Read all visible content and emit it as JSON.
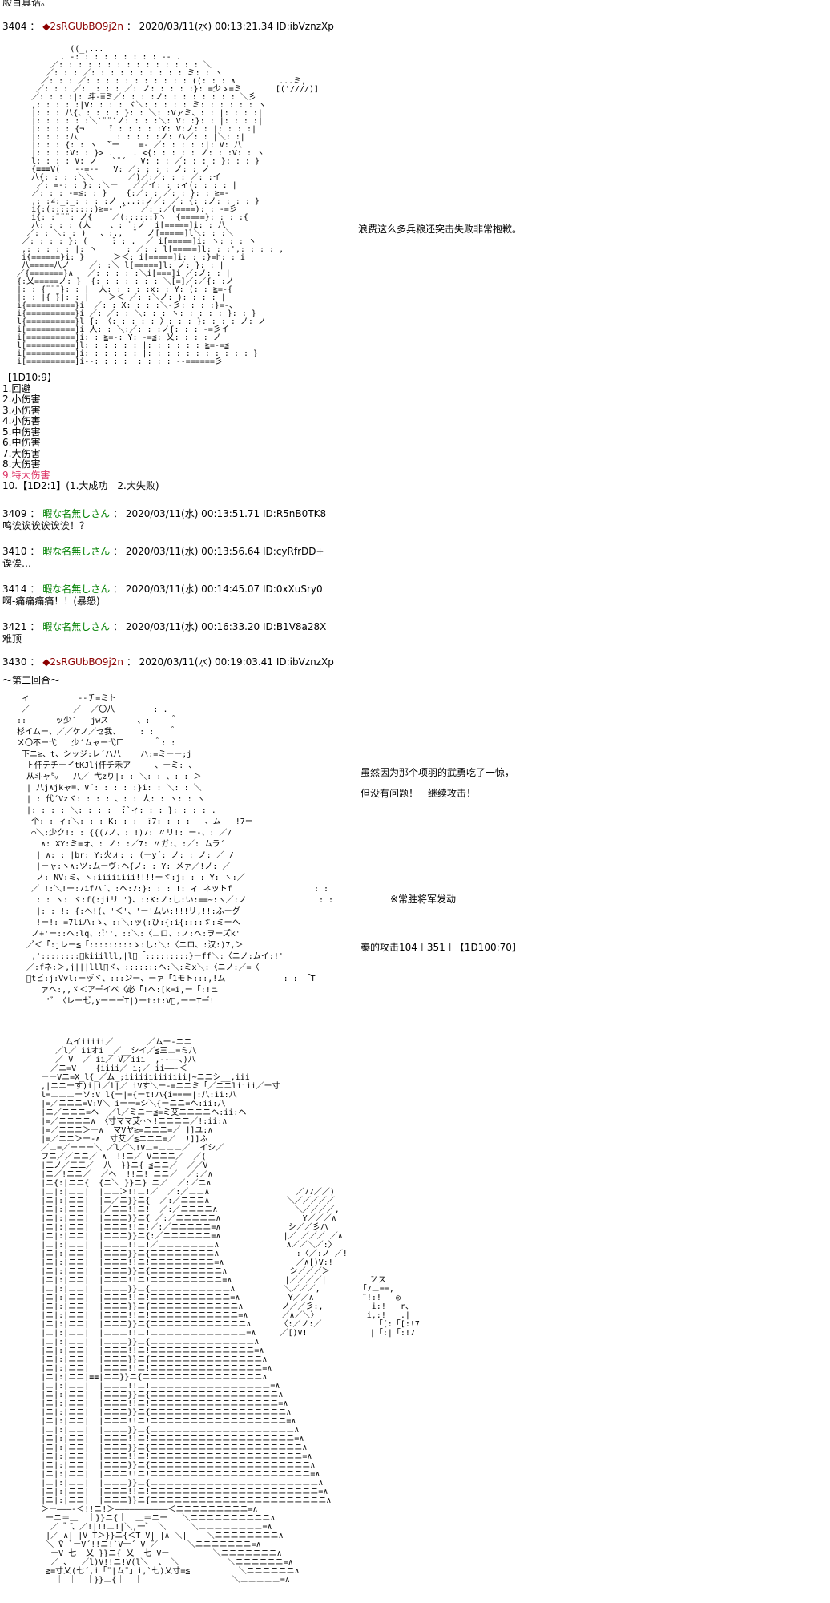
{
  "page": {
    "top_fragment": "般百真诰。"
  },
  "ui": {
    "sep": " ： ",
    "anon_name_color": "#008000",
    "trip_name_color": "#8b0000",
    "dice_highlight_color": "#dd3366",
    "background_color": "#ffffff"
  },
  "posts": {
    "p3404": {
      "number": "3404",
      "name": "◆2sRGUbBO9j2n",
      "date": "2020/03/11(水) 00:13:21.34",
      "id": "ID:ibVznzXp",
      "side_text": "浪费这么多兵粮还突击失败非常抱歉。",
      "dice_header": "【1D10:9】",
      "dice_options": [
        "1.回避",
        "2.小伤害",
        "3.小伤害",
        "4.小伤害",
        "5.中伤害",
        "6.中伤害",
        "7.大伤害",
        "8.大伤害",
        "9.特大伤害",
        "10.【1D2:1】(1.大成功　2.大失败)"
      ],
      "aa": [
        "            ((_,...",
        "          . -: : : : : : : : : ‐- .",
        "        ／: : : : : : : : : : : : : : : ＼",
        "       ／: : : ／: : : : : : : : : : ミ: : ヽ",
        "      ／: : : ／: : : : : : :|: : : : ((: : : ∧         ...ミ,",
        "     ／: : : ／: _:_: : ／: ノ: : : : :}: =少ゝ=ミ       [('////)]",
        "    ／: : : :|: 斗‐=ミ／: : : :ノ: : : : : : : : ＼彡",
        "    ,: : : : :|V: : : : ヾ＼: : : : : ミ: : : : : : ヽ",
        "    |: : : 八{、: : : : }: : ＼: :Vァミ、: : |: : : :|",
        "    |: : : : : :＼`¨¨´ノ: : : :＼: V: :}: : |: : : :|",
        "    |: : : : {¬     ̄: : : : : :Y: V:ノ: : |: : : :|",
        "    |: : : :八      _ : : : : :ノ: ハ／: : |＼: :|",
        "    |: : : {: : ヽ  `ー    =‐ ／: : : : :|: V: 八",
        "    |: : : :V: : }> .    . <{: : : : : ノ: : :V: : ヽ",
        "    l: : : : V: ノ   `¨´   V: : : ／: : : : }: : : }",
        "    {≡≡≡V(   -‐=‐-   V: ／: : : : ノ: : ノ",
        "    八{: : : :＼＼       ／)／:／: : : ／: :イ",
        "     ／: =‐: : }: :＼ー   ／／イ: : :ィ(: : : : |",
        "    ／: : : ‐=≦: : }    {:／: : ／: : }: : ≧=-",
        "    ,: :∠:_:_: : : :ノ ...::ノ／: ／: {: :ノ: : : : }",
        "    i{:(:::::::::)≧=- '゛  ／:_:／(====): : -=彡",
        "    i{: :¨¨¨: ノ{    ／(::::::)ヽ  {=====}: : : :{",
        "    八: : : : (人    、: ¨:ノ  i[=====]i: : 八",
        "   ／: : ＼: : )   、:.,  ̄   ノ[=====]l＼: : :＼",
        "  ／: : : : }: (     ̄: : .  ／ i[=====]i: ヽ: : : ヽ",
        "  ,: : : : : |: ヽ      : ／: : l[=====]l: : :',: : : : ,",
        "  i{======}i: }      ＞＜: i[=====]i: : :}=h: : i",
        "  八=====八ノ    ／: :＼ l[=====]l: ノ: }: : |",
        " ／{=======}∧   ／: : : : :＼i[===]i ／:ノ: : |",
        " {:乂=====ノ: }  {: : : : : : : ＼[=]／:／{: :ノ",
        " |: : {¨¨¨}: : |  人: : : : :x: : Y: (: : ≧=-{",
        " |: : |{ ̄}|: : |    ＞＜ ／: :＼ノ: ): : : : |",
        " i{==========}i  ／: : X: : : :＼‐彡: : : :}=‐、",
        " i{==========}i ／: ／: : ＼: : : ヽ: : : : : }: : }",
        " l{==========}l {: 〈: : : : : 〉: : : }: : : : ノ: ノ",
        " i[==========]i 人: : ＼:／: : :ノ{: : : -=彡イ",
        " i[==========]i: : ≧=-: Y: -=≦: 乂: : : : ノ",
        " l[==========]l: : : : : : |: : : : : : ≧=-=≦",
        " i[==========]i: : : : : : |: : : : : : : : : : : }",
        " i[==========]i‐-: : : : |: : : : -‐======彡"
      ]
    },
    "p3409": {
      "number": "3409",
      "name": "暇な名無しさん",
      "date": "2020/03/11(水) 00:13:51.71",
      "id": "ID:R5nB0TK8",
      "body": "呜诶诶诶诶诶诶！？"
    },
    "p3410": {
      "number": "3410",
      "name": "暇な名無しさん",
      "date": "2020/03/11(水) 00:13:56.64",
      "id": "ID:cyRfrDD+",
      "body": "诶诶…"
    },
    "p3414": {
      "number": "3414",
      "name": "暇な名無しさん",
      "date": "2020/03/11(水) 00:14:45.07",
      "id": "ID:0xXuSry0",
      "body": "啊-痛痛痛痛！！(暴怒)"
    },
    "p3421": {
      "number": "3421",
      "name": "暇な名無しさん",
      "date": "2020/03/11(水) 00:16:33.20",
      "id": "ID:B1V8a28X",
      "body": "难顶"
    },
    "p3430": {
      "number": "3430",
      "name": "◆2sRGUbBO9j2n",
      "date": "2020/03/11(水) 00:19:03.41",
      "id": "ID:ibVznzXp",
      "round_title": "～第二回合～",
      "side_text_1": "虽然因为那个项羽的武勇吃了一惊，",
      "side_text_2": "但没有问题！　继续攻击！",
      "side_text_3": "※常胜将军发动",
      "side_text_4": "秦的攻击104＋351＋【1D100:70】",
      "aa_battle": [
        "  ィ          --チ=ミト",
        "  ／         ／  ／〇八        : .",
        " ::      ッ少´   jwス      、:    ＾",
        " 杉イムー、／／ケノ／セ我、    : :   ＾",
        " ㄨ〇不ー弋   少´ムャー弋匚      ＾: :",
        "  下ニ≧、t、シッジ:レ´ハ八    ハ:=ミーー;j",
        "   ト仟テチーイtKJlj仟チ禾ア     、ーミ: 、",
        "   从斗ャ㍉   八／ ̄弋zり|: : ＼: : 、: : ＞",
        "   | 八j∧jkャ≡、V´: : : : :}i: : ＼: : ＼",
        "   | : 代´Vzヾ: : : : 、: : 人: : ヽ: : ヽ",
        "   |: : : : ＼: : : :  ̄:`ィ: : : }: : : : .",
        "    个: : ィ:＼: : : K: : :  ̄:7: : : :   、ム   !7ー",
        "    ⌒＼:少ク!: : {{(7ノ、: !)7: 〃リ!: ー-、: ／/",
        "      ∧: XY:ミ=ォ、: ノ: :／7: 〃ガ:、:／: ムラ´",
        "     | ∧: : |br: Y:火ォ: : (ーy´: ノ: : ノ: ／ /",
        "     |ーャ:ヽ∧:ツ:ムーヴ:ヘ{ノ: : Y: メァ／!ノ: ／",
        "     ノ: NV:ミ、ヽ:iiiiiiii!!!!ーヾ:j: : : Y: ヽ:／",
        "    ／ !:＼!ー:7ifハ´、:ヘ:7:}: : : !: ィ ネットf                 : :",
        "     : : ヽ: ヾ:f(:jiリ '}、::K:ノ:し:い:==~:ヽ／:ノ               : :",
        "     |: : !: {:ヘ!(、'＜'、'ー'ムい:!!!リ,!!:ふーグ",
        "     !ー!: =7liハ:ゝ、::＼:ッ(:ひ:{:i{::::ゞ:ミーヘ",
        "    ノ+'ー::ヘ:lq、::゙''、::＼:〈ニロ、:ノ:ヘ:ヲーズ゙k'",
        "   ／゙＜「゙:jレー≦「:::::::::ゝ:し:＼:〈ニロ、:汉:)7,＞",
        "    ,'::::::::゙kiiilll,|l゙「:::::::::}ーff＼:〈ニノ:ムイ:!'",
        "   ／:fネ:＞,j|||lll゙ヾ、:::::::ヘ:＼:ミx＼:〈ニノ:／=〈",
        "   ゙tビ:j:Vvl:ーッ゙ヾ、:::ン゙ー、ーァ「゙1モト:::,!ム            : : 「T",
        "      ァヘ:,,ゞ＜アー゙イベ〈必「゙!ヘ:[k=i,ー「:!ュ",
        "       '゛〈レー七゙,yーーー゙T|)ーt:t:V゙,ーーTー゙!"
      ],
      "aa_fortress": [
        "           ムイiiiii／       ／ムー-ニニ",
        "         ／l／ iiオi _／__シイ／≦三ニ=ミ八",
        "         ／ V  ／ ii／ V／iii__,--――、)八",
        "        ／ニ=V    {iiii／ i;／ ii――-＜",
        "      ーーVニ=X_l{_／ム_;iiiiiiiiiiiii|~ニニシ__,iii",
        "      ,|ニニーす)i|i／l|／ iVす＼ー-=ニニミ「／ニニliiii／ー寸",
        "      l=ニニニーソ:V l{ー|={ーt!ハ{i====|:八:ii:八",
        "      |=／ニニニ=V:V＼ iーー=シ＼{ーニニ=ヘ:ii:八",
        "      |ニ／ニニニ=ヘ  ／l／ミニー≦=ミ艾ニニニニヘ:ii:ヘ",
        "      |=／ニニニニ∧ 〈寸ママ艾⌒ヽ!ニニニニ／!:ii:∧",
        "      |=／ニニニ＞ー∧  マVヤ≧=ニニニ=／ ]]ユ:∧",
        "      |=／ニニ＞ー-∧  寸艾／≦ニニニ=／  !]]ふ",
        "      ／ニ=／ーーー＼ ／l／＼!Vニ=ニニニ／  イシ／",
        "      フニ／／ニニ／ ∧  !!ニ／ Vニニニ／  ／(",
        "      |二ノ／二二／  八  }}ニ{ ≦ニニ／  ／／V",
        "      |ニ／!ニニ／  ／ヘ  !!ニ! ニニ／  ／:／∧",
        "      |ニ{:|ニニ{  {ニ＼ }}ニ} ニ／  ／:／ニ∧",
        "      |ニ|:|ニニ|  |ニニ＞!!ニ!／  ／:／ニニ∧                  ／77／／)",
        "      |ニ|:|ニニ|  |ニ／ニ}}ニ{  ／:／ニニニ∧                ＼／／／／／",
        "      |ニ|:|ニニ|  |／ニニ!!ニ!  ／:／ニニニニ∧                ＼／／／／,",
        "      |ニ|:|ニニ|  |ニニニ}}ニ{ ／:／ニニニニニ∧                 Y／／／∧",
        "      |ニ|:|ニニ|  |ニニニ!!ニ!／:／ニニニニニ=∧              シ／／彡ハ",
        "      |ニ|:|ニニ|  |ニニニ}}ニ{:／ニニニニニニ=∧             |／ ／／／ ／∧",
        "      |ニ|:|ニニ|  |ニニニ!!ニ!／ニニニニニニニ∧              ∧／／＼／:〉",
        "      |ニ|:|ニニ|  |ニニニ}}ニ{ニニニニニニニニ∧                :〈／:ノ ／!",
        "      |ニ|:|ニニ|  |ニニニ!!ニ!ニニニニニニニニ=∧               ／∧[)V:!",
        "      |ニ|:|ニニ|  |ニニニ}}ニ{ニニニニニニニニニ∧             シ／／／＞",
        "      |ニ|:|ニニ|  |ニニニ!!ニ!ニニニニニニニニニ=∧           |／／／／|         ̄ノス",
        "      |ニ|:|ニニ|  |ニニニ}}ニ{ニニニニニニニニニニ∧          ＼／／／,        「7ニ==,",
        "      |ニ|:|ニニ|  |ニニニ!!ニ!ニニニニニニニニニニ=∧          Y／／∧          ¨!:!   ◎",
        "      |ニ|:|ニニ|  |ニニニ}}ニ{ニニニニニニニニニニニ∧        ノ／／彡:,          i:!   r、",
        "      |ニ|:|ニニ|  |ニニニ!!ニ!ニニニニニニニニニニニ=∧       ／∧／＼〉          i,:!   .|",
        "      |ニ|:|ニニ|  |ニニニ}}ニ{ニニニニニニニニニニニニ∧      〈:／ノ:／           「[:「[:!7",
        "      |ニ|:|ニニ|  |ニニニ!!ニ!ニニニニニニニニニニニニ=∧     ／[)V!             |「:|「:!7",
        "      |ニ|:|ニニ|  |ニニニ}}ニ{ニニニニニニニニニニニニニ∧",
        "      |ニ|:|ニニ|  |ニニニ!!ニ!ニニニニニニニニニニニニニ=∧",
        "      |ニ|:|ニニ|  |ニニニ}}ニ{ニニニニニニニニニニニニニニ∧",
        "      |ニ|:|ニニ|  |ニニニ!!ニ!ニニニニニニニニニニニニニニ=∧",
        "      |ニ|:|ニニ|≡≡|ニニ}}ニ{ニニニニニニニニニニニニニニニ∧",
        "      |ニ|:|ニニ|  |ニニニ!!ニ!ニニニニニニニニニニニニニニニ=∧",
        "      |ニ|:|ニニ|  |ニニニ}}ニ{ニニニニニニニニニニニニニニニニ∧",
        "      |ニ|:|ニニ|  |ニニニ!!ニ!ニニニニニニニニニニニニニニニニ=∧",
        "      |ニ|:|ニニ|  |ニニニ}}ニ{ニニニニニニニニニニニニニニニニニ∧",
        "      |ニ|:|ニニ|  |ニニニ!!ニ!ニニニニニニニニニニニニニニニニニ=∧",
        "      |ニ|:|ニニ|  |ニニニ}}ニ{ニニニニニニニニニニニニニニニニニニ∧",
        "      |ニ|:|ニニ|  |ニニニ!!ニ!ニニニニニニニニニニニニニニニニニニ=∧",
        "      |ニ|:|ニニ|  |ニニニ}}ニ{ニニニニニニニニニニニニニニニニニニニ∧",
        "      |ニ|:|ニニ|  |ニニニ!!ニ!ニニニニニニニニニニニニニニニニニニニ=∧",
        "      |ニ|:|ニニ|  |ニニニ}}ニ{ニニニニニニニニニニニニニニニニニニニニ∧",
        "      |ニ|:|ニニ|  |ニニニ!!ニ!ニニニニニニニニニニニニニニニニニニニニ=∧",
        "      |ニ|:|ニニ|  |ニニニ}}ニ{ニニニニニニニニニニニニニニニニニニニニニ∧",
        "      |ニ|:|ニニ|  |ニニニ!!ニ!ニニニニニニニニニニニニニニニニニニニニニ=∧",
        "      |ニ|:|ニニ|  |ニニニ}}ニ{ニニニニニニニニニニニニニニニニニニニニニニ∧",
        "      ＞ー―――‐＜!!ニ!＞―――――――――――＜ニニニニニニニニニ=∧",
        "       ーニ＝＿  ｜}}ニ{｜  ＿＝ニー   ＼ニニニニニニニニニニ∧",
        "        ／ ゛̄、／!|!!ニ!|＼,一゛ ＼     ＼ニニニニニニニニ=∧",
        "       |／ ∧| |V T＞}}ニ{＜T V| |∧ ＼|    ＼ニニニニニニニニ∧",
        "       ＼ ̄V `ーV´!!ニ!`V一´ V ̄／      ＼ニニニニニニニ=∧",
        "        ーV 七  乂 }}ニ{ 乂  七 Vー         ＼ニニニニニニニ∧",
        "        ／ 、  ／l)V!!ニ!V(l＼  、 ＼          ＼ニニニニニニ=∧",
        "       ≧=寸乂(七´,i「¨|ム¨」i,`七)乂寸=≦          ＼ニニニニニニ∧",
        "         ｜ ｜  ｜}}ニ{｜  ｜ ｜                ＼ニニニニニ=∧"
      ]
    }
  }
}
